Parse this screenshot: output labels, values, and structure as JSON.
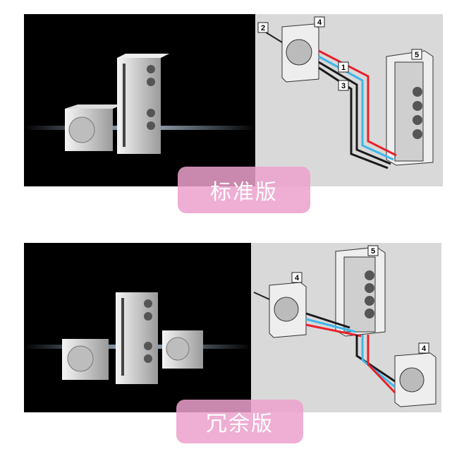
{
  "variants": [
    {
      "title": "标准版",
      "callouts": [
        "2",
        "4",
        "1",
        "3",
        "5"
      ]
    },
    {
      "title": "冗余版",
      "callouts": [
        "5",
        "4",
        "4"
      ]
    }
  ],
  "colors": {
    "badge": "#eca0cd",
    "pipe_red": "#e8202a",
    "pipe_blue": "#3fb6e8",
    "pipe_black": "#1a1a1a"
  }
}
